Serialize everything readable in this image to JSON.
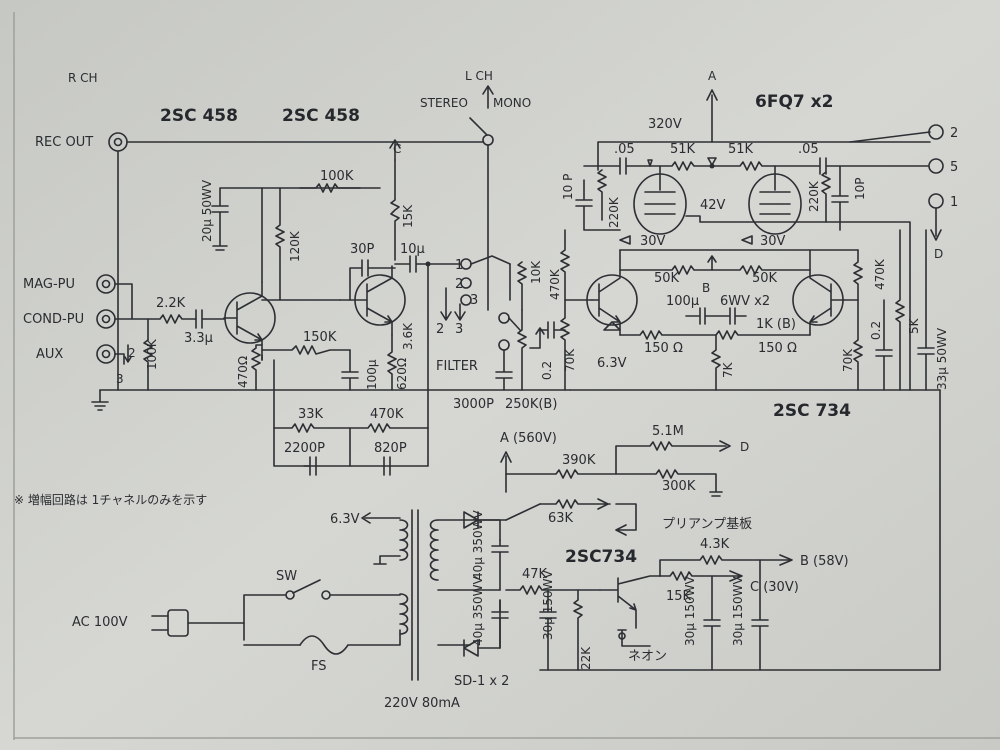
{
  "labels": {
    "rch": "R CH",
    "lch": "L CH",
    "stereo": "STEREO",
    "mono": "MONO",
    "q1": "2SC 458",
    "q2": "2SC 458",
    "tubes": "6FQ7 x2",
    "rec_out": "REC OUT",
    "mag_pu": "MAG-PU",
    "cond_pu": "COND-PU",
    "aux": "AUX",
    "filter": "FILTER",
    "c_3000p": "3000P",
    "vr_250k": "250K(B)",
    "q_2sc734": "2SC 734",
    "v320": "320V",
    "v42": "42V",
    "v30a": "30V",
    "v30b": "30V",
    "v63": "6.3V",
    "out2": "2",
    "out5": "5",
    "out1": "1",
    "A": "A",
    "B": "B",
    "C": "C",
    "D": "D",
    "r_100k_fb": "100K",
    "r_120k": "120K",
    "r_15k": "15K",
    "c_20u": "20μ 50WV",
    "c_30p": "30P",
    "c_10u": "10μ",
    "r_2k2": "2.2K",
    "c_3u3": "3.3μ",
    "r_100k_in": "100K",
    "r_150k": "150K",
    "r_470": "470Ω",
    "c_100u_e": "100μ",
    "r_620": "620Ω",
    "r_3k6": "3.6K",
    "r_33k": "33K",
    "r_470k": "470K",
    "c_2200p": "2200P",
    "c_820p": "820P",
    "sel1": "1",
    "sel2": "2",
    "sel3": "3",
    "sel2b": "2",
    "sel3b": "3",
    "in2": "2",
    "in3": "3",
    "r_10k": "10K",
    "r_470k_b": "470K",
    "r_70k": "70K",
    "c_02": "0.2",
    "c_05a": ".05",
    "c_05b": ".05",
    "r_51k_a": "51K",
    "r_51k_b": "51K",
    "c_10p_a": "10 P",
    "c_10p_b": "10P",
    "r_220k_a": "220K",
    "r_220k_b": "220K",
    "r_50k_a": "50K",
    "r_50k_b": "50K",
    "c_100u_6wv": "100μ",
    "c_6wv_x2": "6WV x2",
    "r_1kb": "1K (B)",
    "r_150_a": "150 Ω",
    "r_150_b": "150 Ω",
    "r_7k": "7K",
    "r_470k_r": "470K",
    "r_70k_r": "70K",
    "c_02_r": "0.2",
    "r_5k": "5K",
    "c_33u": "33μ 50WV",
    "ps_a": "A (560V)",
    "r_5m1": "5.1M",
    "r_390k": "390K",
    "r_300k": "300K",
    "r_63k": "63K",
    "preamp_board": "プリアンプ基板",
    "ps_2sc734": "2SC734",
    "r_4k3": "4.3K",
    "ps_b": "B (58V)",
    "r_47k": "47K",
    "r_15k_ps": "15K",
    "ps_c": "C (30V)",
    "c_40u_a": "40μ 350WV",
    "c_40u_b": "40μ 350WV",
    "c_30u_a": "30μ 150WV",
    "c_30u_b": "30μ 150WV",
    "c_30u_c": "30μ 150WV",
    "r_22k": "22K",
    "neon": "ネオン",
    "sd1": "SD-1 x 2",
    "trafo": "220V 80mA",
    "v63_heater": "6.3V",
    "sw": "SW",
    "fs": "FS",
    "ac": "AC 100V",
    "note": "※ 増幅回路は 1チャネルのみを示す"
  },
  "colors": {
    "paper": "#cfd0cc",
    "ink": "#2c2f33"
  }
}
